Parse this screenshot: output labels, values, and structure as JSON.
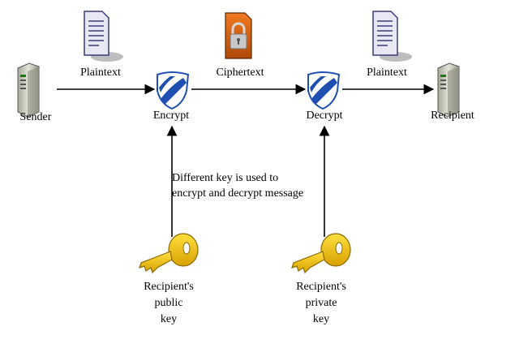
{
  "diagram": {
    "nodes": {
      "sender": {
        "label": "Sender",
        "icon": "server-icon"
      },
      "encrypt": {
        "label": "Encrypt",
        "icon": "shield-icon"
      },
      "decrypt": {
        "label": "Decrypt",
        "icon": "shield-icon"
      },
      "recipient": {
        "label": "Recipient",
        "icon": "server-icon"
      }
    },
    "documents": {
      "plaintext_in": {
        "label": "Plaintext",
        "icon": "document-icon"
      },
      "ciphertext": {
        "label": "Ciphertext",
        "icon": "locked-document-icon"
      },
      "plaintext_out": {
        "label": "Plaintext",
        "icon": "document-icon"
      }
    },
    "note": {
      "line1": "Different key is used to",
      "line2": "encrypt and decrypt message"
    },
    "keys": {
      "public": {
        "line1": "Recipient's",
        "line2": "public",
        "line3": "key",
        "icon": "key-icon"
      },
      "private": {
        "line1": "Recipient's",
        "line2": "private",
        "line3": "key",
        "icon": "key-icon"
      }
    },
    "colors": {
      "shield_blue": "#1f4fb0",
      "document_lines": "#3b3b7a",
      "lock_orange": "#d9600f",
      "key_gold": "#f2c200",
      "server_gray": "#c8c8b8"
    }
  }
}
